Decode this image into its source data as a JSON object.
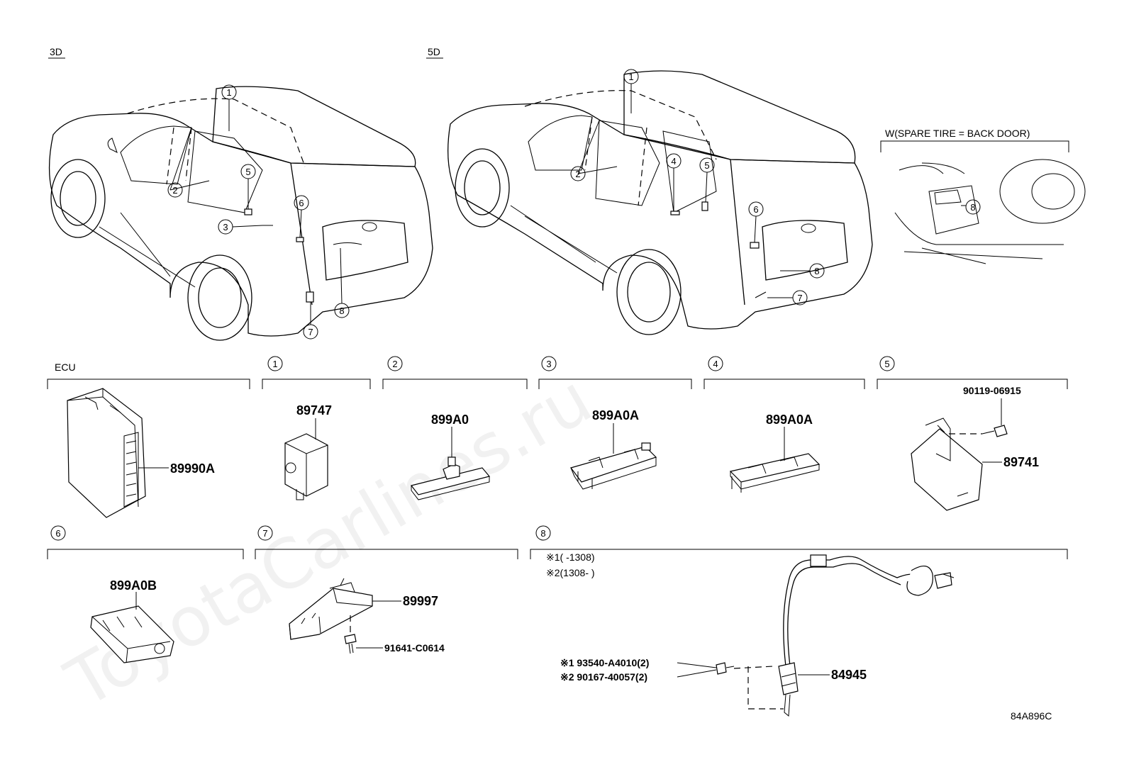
{
  "views": {
    "view_3d": "3D",
    "view_5d": "5D"
  },
  "spare_tire_label": "W(SPARE TIRE = BACK DOOR)",
  "callout_numbers": [
    "1",
    "2",
    "3",
    "4",
    "5",
    "6",
    "7",
    "8"
  ],
  "sections": {
    "ecu": {
      "label": "ECU",
      "part": "89990A"
    },
    "s1": {
      "num": "1",
      "part": "89747"
    },
    "s2": {
      "num": "2",
      "part": "899A0"
    },
    "s3": {
      "num": "3",
      "part": "899A0A"
    },
    "s4": {
      "num": "4",
      "part": "899A0A"
    },
    "s5": {
      "num": "5",
      "bolt": "90119-06915",
      "part": "89741"
    },
    "s6": {
      "num": "6",
      "part": "899A0B"
    },
    "s7": {
      "num": "7",
      "part": "89997",
      "bolt": "91641-C0614"
    },
    "s8": {
      "num": "8",
      "note1": "※1(   -1308)",
      "note2": "※2(1308-   )",
      "bolt1": "※1 93540-A4010(2)",
      "bolt2": "※2 90167-40057(2)",
      "part": "84945"
    }
  },
  "diagram_code": "84A896C",
  "watermark": "ToyotaCarlines.ru"
}
